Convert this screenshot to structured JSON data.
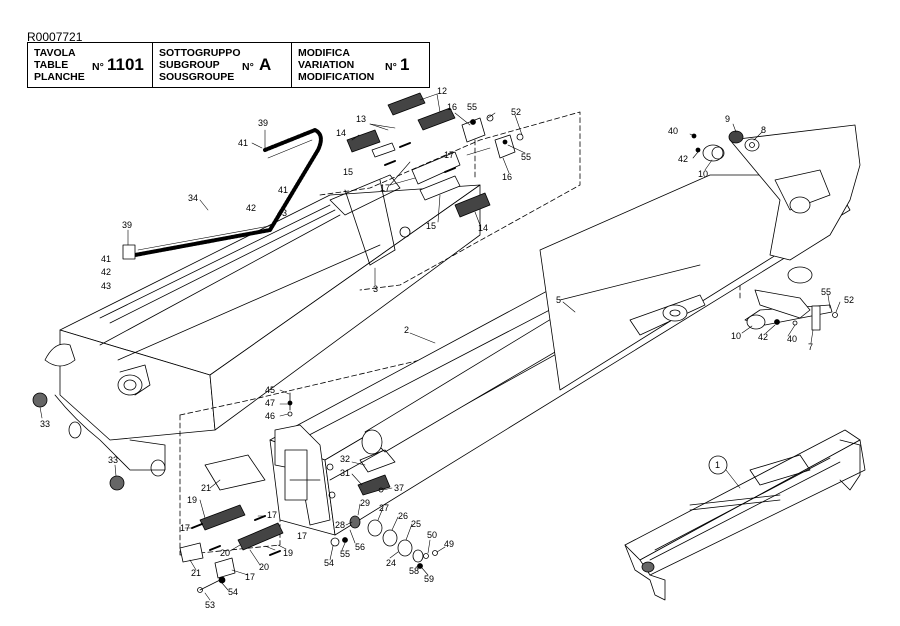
{
  "doc_id": "R0007721",
  "title_block": {
    "table": {
      "labels": [
        "TAVOLA",
        "TABLE",
        "PLANCHE"
      ],
      "no": "N°",
      "value": "1101"
    },
    "subgroup": {
      "labels": [
        "SOTTOGRUPPO",
        "SUBGROUP",
        "SOUSGROUPE"
      ],
      "no": "N°",
      "value": "A"
    },
    "variation": {
      "labels": [
        "MODIFICA",
        "VARIATION",
        "MODIFICATION"
      ],
      "no": "N°",
      "value": "1"
    }
  },
  "callouts": [
    {
      "id": "c39a",
      "text": "39"
    },
    {
      "id": "c41a",
      "text": "41"
    },
    {
      "id": "c34",
      "text": "34"
    },
    {
      "id": "c41b",
      "text": "41"
    },
    {
      "id": "c42a",
      "text": "42"
    },
    {
      "id": "c43a",
      "text": "43"
    },
    {
      "id": "c39b",
      "text": "39"
    },
    {
      "id": "c41c",
      "text": "41"
    },
    {
      "id": "c42b",
      "text": "42"
    },
    {
      "id": "c43b",
      "text": "43"
    },
    {
      "id": "c12",
      "text": "12"
    },
    {
      "id": "c13",
      "text": "13"
    },
    {
      "id": "c14a",
      "text": "14"
    },
    {
      "id": "c16a",
      "text": "16"
    },
    {
      "id": "c55a",
      "text": "55"
    },
    {
      "id": "c52a",
      "text": "52"
    },
    {
      "id": "c17a",
      "text": "17"
    },
    {
      "id": "c55b",
      "text": "55"
    },
    {
      "id": "c16b",
      "text": "16"
    },
    {
      "id": "c15a",
      "text": "15"
    },
    {
      "id": "c17b",
      "text": "17"
    },
    {
      "id": "c15b",
      "text": "15"
    },
    {
      "id": "c14b",
      "text": "14"
    },
    {
      "id": "c3",
      "text": "3"
    },
    {
      "id": "c40a",
      "text": "40"
    },
    {
      "id": "c9",
      "text": "9"
    },
    {
      "id": "c8",
      "text": "8"
    },
    {
      "id": "c42c",
      "text": "42"
    },
    {
      "id": "c10a",
      "text": "10"
    },
    {
      "id": "c5",
      "text": "5"
    },
    {
      "id": "c2",
      "text": "2"
    },
    {
      "id": "c55c",
      "text": "55"
    },
    {
      "id": "c52b",
      "text": "52"
    },
    {
      "id": "c10b",
      "text": "10"
    },
    {
      "id": "c42d",
      "text": "42"
    },
    {
      "id": "c40b",
      "text": "40"
    },
    {
      "id": "c7",
      "text": "7"
    },
    {
      "id": "c33a",
      "text": "33"
    },
    {
      "id": "c33b",
      "text": "33"
    },
    {
      "id": "c45",
      "text": "45"
    },
    {
      "id": "c47",
      "text": "47"
    },
    {
      "id": "c46",
      "text": "46"
    },
    {
      "id": "c32",
      "text": "32"
    },
    {
      "id": "c31",
      "text": "31"
    },
    {
      "id": "c37",
      "text": "37"
    },
    {
      "id": "c21a",
      "text": "21"
    },
    {
      "id": "c29",
      "text": "29"
    },
    {
      "id": "c27",
      "text": "27"
    },
    {
      "id": "c26",
      "text": "26"
    },
    {
      "id": "c28",
      "text": "28"
    },
    {
      "id": "c25",
      "text": "25"
    },
    {
      "id": "c19a",
      "text": "19"
    },
    {
      "id": "c17c",
      "text": "17"
    },
    {
      "id": "c17d",
      "text": "17"
    },
    {
      "id": "c17e",
      "text": "17"
    },
    {
      "id": "c20a",
      "text": "20"
    },
    {
      "id": "c19b",
      "text": "19"
    },
    {
      "id": "c20b",
      "text": "20"
    },
    {
      "id": "c21b",
      "text": "21"
    },
    {
      "id": "c17f",
      "text": "17"
    },
    {
      "id": "c54a",
      "text": "54"
    },
    {
      "id": "c55d",
      "text": "55"
    },
    {
      "id": "c56",
      "text": "56"
    },
    {
      "id": "c24",
      "text": "24"
    },
    {
      "id": "c50",
      "text": "50"
    },
    {
      "id": "c49",
      "text": "49"
    },
    {
      "id": "c58",
      "text": "58"
    },
    {
      "id": "c59",
      "text": "59"
    },
    {
      "id": "c53",
      "text": "53"
    },
    {
      "id": "c54b",
      "text": "54"
    },
    {
      "id": "c1",
      "text": "1"
    }
  ]
}
